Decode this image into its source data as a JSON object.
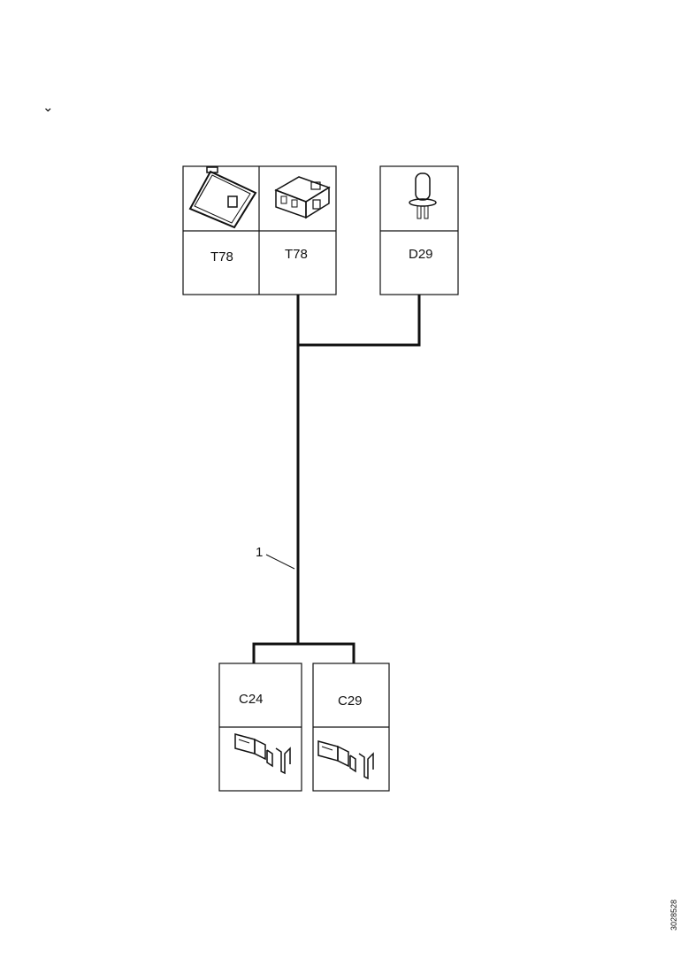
{
  "corner_mark": "⌄",
  "components": {
    "t78_a": {
      "label": "T78",
      "icon": "control-unit-icon"
    },
    "t78_b": {
      "label": "T78",
      "icon": "connector-housing-icon"
    },
    "d29_top": {
      "label": "D29",
      "icon": "sensor-plug-icon"
    },
    "c24": {
      "label": "C24",
      "icon": "terminal-icon"
    },
    "c29": {
      "label": "C29",
      "icon": "terminal-icon"
    }
  },
  "harness": {
    "callout": "1"
  },
  "image_code": "3028528"
}
